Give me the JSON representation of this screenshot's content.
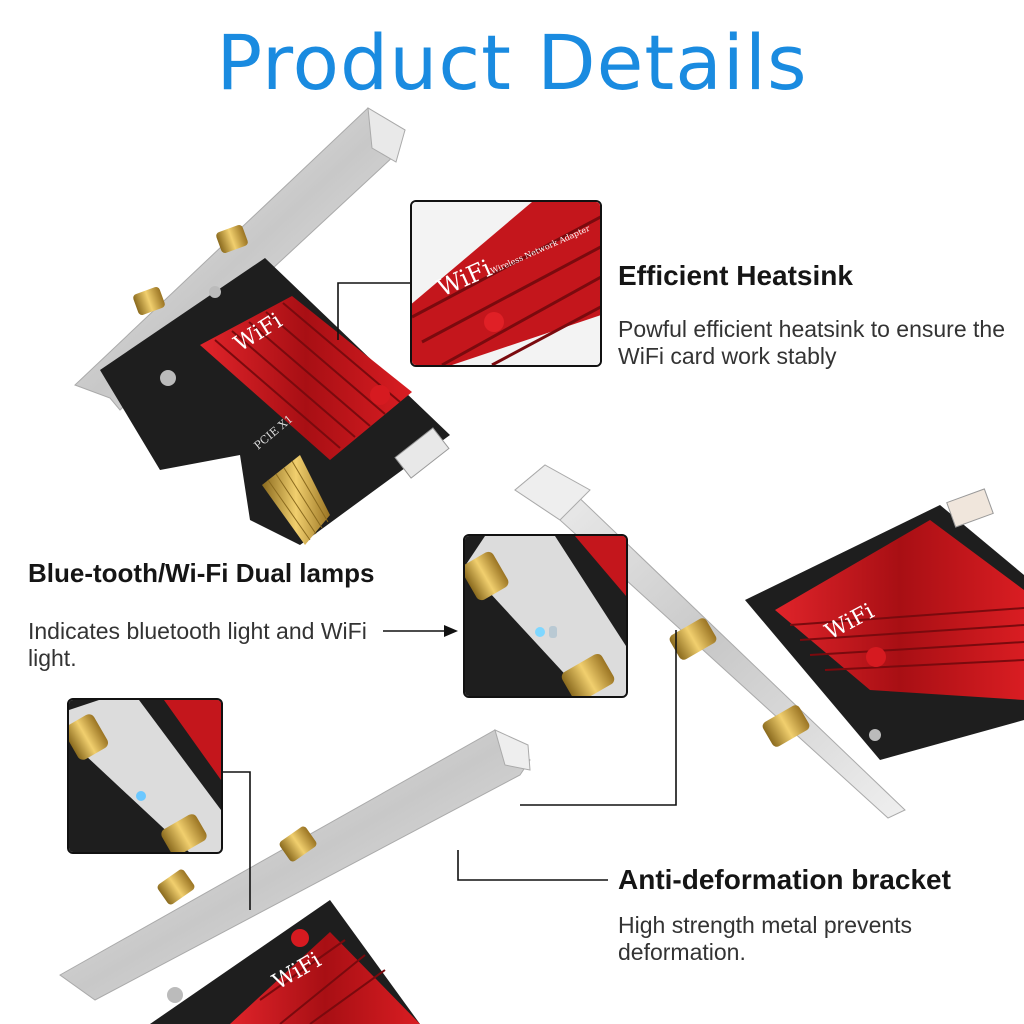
{
  "page_title": "Product Details",
  "features": [
    {
      "heading": "Efficient Heatsink",
      "description": "Powful efficient heatsink to ensure the WiFi card work stably"
    },
    {
      "heading": "Blue-tooth/Wi-Fi Dual lamps",
      "description": "Indicates bluetooth light and WiFi light."
    },
    {
      "heading": "Anti-deformation bracket",
      "description": "High strength metal prevents deformation."
    }
  ],
  "card_label": "WiFi",
  "card_subtext": "Wireless Network Adapter",
  "port_label": "PCIE X1",
  "colors": {
    "title": "#1a8be0",
    "heatsink": "#c4161c",
    "bracket": "#d9d9d9",
    "pcb": "#1e1e1e",
    "gold": "#d4a23a"
  }
}
